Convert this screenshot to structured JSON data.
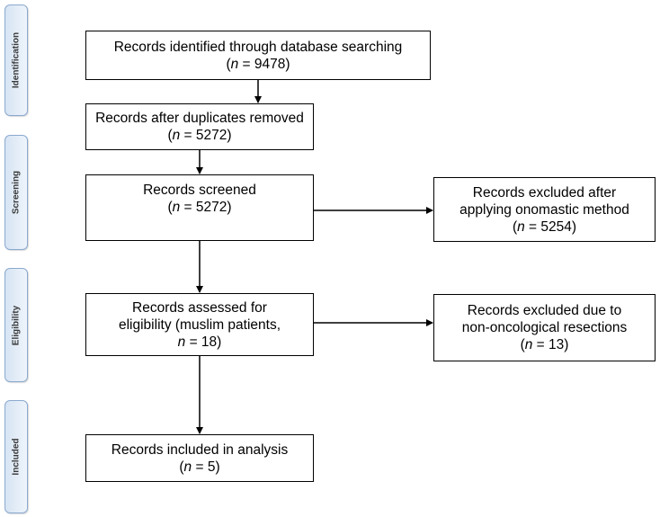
{
  "phases": [
    {
      "id": "identification",
      "label": "Identification"
    },
    {
      "id": "screening",
      "label": "Screening"
    },
    {
      "id": "eligibility",
      "label": "Eligibility"
    },
    {
      "id": "included",
      "label": "Included"
    }
  ],
  "boxes": {
    "identified": {
      "line1": "Records identified through database searching",
      "n_label": "n",
      "n_value": " = 9478)"
    },
    "duplicates": {
      "line1": "Records after duplicates removed",
      "n_label": "n",
      "n_value": " = 5272)"
    },
    "screened": {
      "line1": "Records screened",
      "n_label": "n",
      "n_value": " = 5272)"
    },
    "excluded_onomastic": {
      "line1": "Records excluded after",
      "line2": "applying onomastic method",
      "n_label": "n",
      "n_value": " = 5254)"
    },
    "assessed": {
      "line1": "Records assessed for",
      "line2": "eligibility (muslim patients,",
      "n_label": "n",
      "n_value": " = 18)"
    },
    "excluded_nononc": {
      "line1": "Records excluded due to",
      "line2": "non-oncological resections",
      "n_label": "n",
      "n_value": " = 13)"
    },
    "included": {
      "line1": "Records included in analysis",
      "n_label": "n",
      "n_value": " = 5)"
    }
  }
}
